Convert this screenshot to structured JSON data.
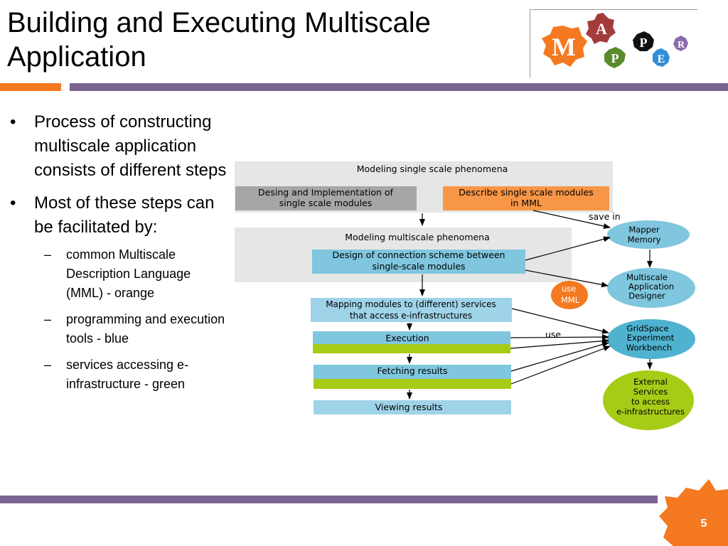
{
  "slide": {
    "title": "Building and Executing Multiscale Application",
    "page_number": "5",
    "colors": {
      "accent_orange": "#f47920",
      "rule_purple": "#7b6390"
    }
  },
  "bullets": [
    {
      "text": "Process of constructing multiscale application consists of different steps"
    },
    {
      "text": "Most of these steps can be facilitated by:",
      "sub": [
        "common  Multiscale Description Language (MML) - orange",
        "programming and execution tools - blue",
        "services accessing e-infrastructure - green"
      ]
    }
  ],
  "logo": {
    "letters": [
      "M",
      "A",
      "P",
      "P",
      "E",
      "R"
    ]
  },
  "diagram": {
    "group1_label": "Modeling single scale phenomena",
    "box_design_impl": [
      "Desing and Implementation of",
      "single scale modules"
    ],
    "box_describe": [
      "Describe single scale modules",
      "in MML"
    ],
    "save_in": "save in",
    "group2_label": "Modeling multiscale phenomena",
    "box_connection": [
      "Design of connection scheme between",
      "single-scale modules"
    ],
    "box_mapping": [
      "Mapping modules to (different) services",
      "that access e-infrastructures"
    ],
    "box_execution": "Execution",
    "box_fetching": "Fetching results",
    "box_viewing": "Viewing results",
    "use_mml": [
      "use",
      "MML"
    ],
    "use": "use",
    "ellipse_memory": [
      "Mapper",
      "Memory"
    ],
    "ellipse_designer": [
      "Multiscale",
      "Application",
      "Designer"
    ],
    "ellipse_gridspace": [
      "GridSpace",
      "Experiment",
      "Workbench"
    ],
    "ellipse_external": [
      "External",
      "Services",
      "to access",
      "e-infrastructures"
    ]
  }
}
